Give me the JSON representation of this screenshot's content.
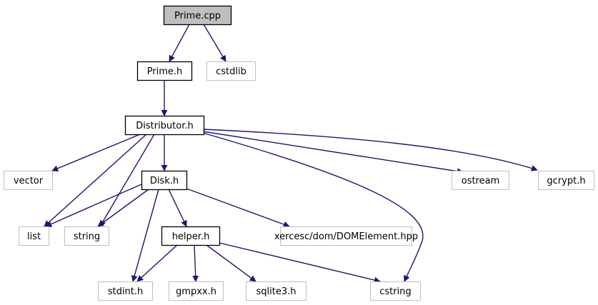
{
  "diagram": {
    "nodes": [
      {
        "id": "prime_cpp",
        "label": "Prime.cpp",
        "style": "root"
      },
      {
        "id": "prime_h",
        "label": "Prime.h",
        "style": "internal"
      },
      {
        "id": "cstdlib",
        "label": "cstdlib",
        "style": "external"
      },
      {
        "id": "distributor_h",
        "label": "Distributor.h",
        "style": "internal"
      },
      {
        "id": "vector",
        "label": "vector",
        "style": "external"
      },
      {
        "id": "disk_h",
        "label": "Disk.h",
        "style": "internal"
      },
      {
        "id": "ostream",
        "label": "ostream",
        "style": "external"
      },
      {
        "id": "gcrypt_h",
        "label": "gcrypt.h",
        "style": "external"
      },
      {
        "id": "list",
        "label": "list",
        "style": "external"
      },
      {
        "id": "string",
        "label": "string",
        "style": "external"
      },
      {
        "id": "helper_h",
        "label": "helper.h",
        "style": "internal"
      },
      {
        "id": "dom_element",
        "label": "xercesc/dom/DOMElement.hpp",
        "style": "external"
      },
      {
        "id": "stdint_h",
        "label": "stdint.h",
        "style": "external"
      },
      {
        "id": "gmpxx_h",
        "label": "gmpxx.h",
        "style": "external"
      },
      {
        "id": "sqlite3_h",
        "label": "sqlite3.h",
        "style": "external"
      },
      {
        "id": "cstring",
        "label": "cstring",
        "style": "external"
      }
    ],
    "edges": [
      {
        "from": "prime_cpp",
        "to": "prime_h"
      },
      {
        "from": "prime_cpp",
        "to": "cstdlib"
      },
      {
        "from": "prime_h",
        "to": "distributor_h"
      },
      {
        "from": "distributor_h",
        "to": "vector"
      },
      {
        "from": "distributor_h",
        "to": "list"
      },
      {
        "from": "distributor_h",
        "to": "string"
      },
      {
        "from": "distributor_h",
        "to": "disk_h"
      },
      {
        "from": "distributor_h",
        "to": "cstring"
      },
      {
        "from": "distributor_h",
        "to": "ostream"
      },
      {
        "from": "distributor_h",
        "to": "gcrypt_h"
      },
      {
        "from": "disk_h",
        "to": "list"
      },
      {
        "from": "disk_h",
        "to": "string"
      },
      {
        "from": "disk_h",
        "to": "stdint_h"
      },
      {
        "from": "disk_h",
        "to": "helper_h"
      },
      {
        "from": "disk_h",
        "to": "dom_element"
      },
      {
        "from": "helper_h",
        "to": "stdint_h"
      },
      {
        "from": "helper_h",
        "to": "gmpxx_h"
      },
      {
        "from": "helper_h",
        "to": "sqlite3_h"
      },
      {
        "from": "helper_h",
        "to": "cstring"
      }
    ],
    "colors": {
      "edge": "#191970",
      "root_fill": "#bfbfbf",
      "root_border": "#000000",
      "internal_fill": "#ffffff",
      "internal_border": "#000000",
      "external_fill": "#ffffff",
      "external_border": "#bfbfbf"
    }
  }
}
